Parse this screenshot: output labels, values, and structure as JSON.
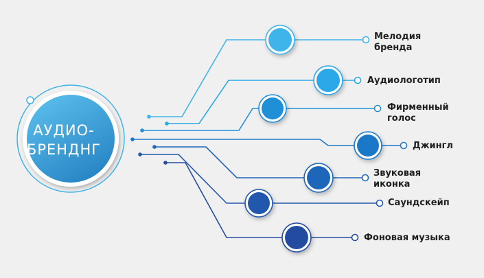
{
  "hub": {
    "label": "АУДИО-\nБРЕНДНГ",
    "color_light": "#5ec3ee",
    "color_dark": "#2a87c6"
  },
  "branches": [
    {
      "label": "Мелодия\nбренда",
      "color": "#3fb4ea"
    },
    {
      "label": "Аудиологотип",
      "color": "#2aa8e8"
    },
    {
      "label": "Фирменный\nголос",
      "color": "#1f8fd8"
    },
    {
      "label": "Джингл",
      "color": "#1b78c8"
    },
    {
      "label": "Звуковая\nиконка",
      "color": "#1e66b9"
    },
    {
      "label": "Саундскейп",
      "color": "#2158ad"
    },
    {
      "label": "Фоновая музыка",
      "color": "#234ca1"
    }
  ]
}
